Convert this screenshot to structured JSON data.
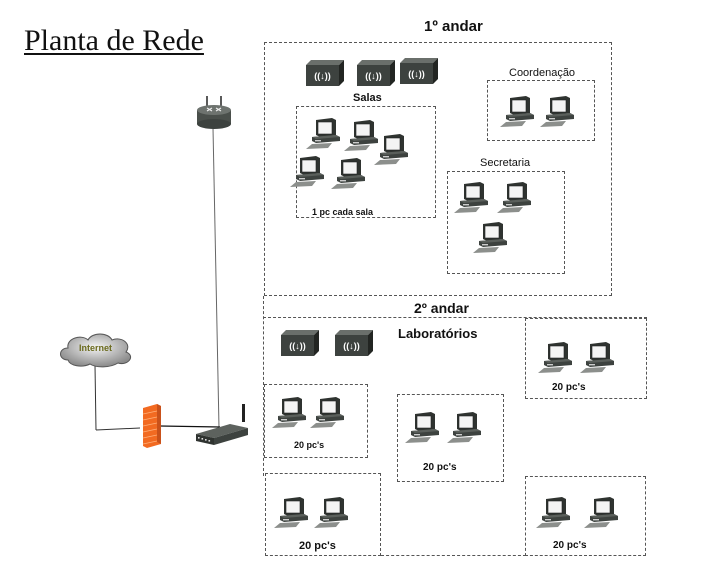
{
  "title": "Planta de Rede",
  "devices": {
    "internet_cloud_label": "Internet",
    "router": "router",
    "firewall": "firewall",
    "modem": "broadband-router"
  },
  "floor1": {
    "label": "1º andar",
    "zones": {
      "salas": {
        "label": "Salas",
        "note": "1 pc cada sala",
        "pc_count_icons": 5,
        "access_points": 3
      },
      "coordenacao": {
        "label": "Coordenação",
        "pc_count_icons": 2
      },
      "secretaria": {
        "label": "Secretaria",
        "pc_count_icons": 3
      }
    }
  },
  "floor2": {
    "label": "2º andar",
    "zones": {
      "laboratorios": {
        "label": "Laboratórios",
        "access_points": 2
      },
      "labs": [
        {
          "label": "20 pc's"
        },
        {
          "label": "20 pc's"
        },
        {
          "label": "20 pc's"
        },
        {
          "label": "20 pc's"
        },
        {
          "label": "20 pc's"
        }
      ]
    }
  },
  "colors": {
    "border_dashed": "#555555",
    "device_dark": "#3a3f3c",
    "screen": "#f2f2f2",
    "firewall": "#f26a21",
    "cloud": "#9a9a9a",
    "internet_text": "#6b6b1e"
  }
}
